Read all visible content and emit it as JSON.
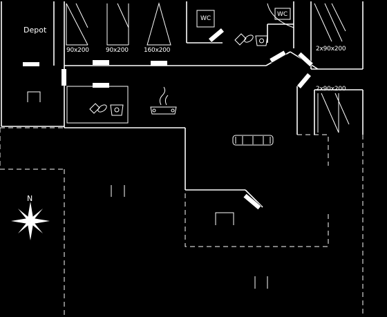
{
  "plan": {
    "rooms": {
      "depot": "Depot"
    },
    "beds": {
      "bed1": "90x200",
      "bed2": "90x200",
      "bed3": "160x200",
      "bed4": "2x90x200",
      "bed5": "2x90x200"
    },
    "wc": {
      "wc1": "WC",
      "wc2": "WC"
    },
    "compass": {
      "north": "N"
    },
    "icons": {
      "toilet": "toilet-icon",
      "sink": "sink-icon",
      "stove": "stove-icon",
      "sofa": "sofa-icon",
      "compass": "compass-rose-icon"
    },
    "colors": {
      "background": "#000000",
      "lines": "#ffffff"
    }
  }
}
